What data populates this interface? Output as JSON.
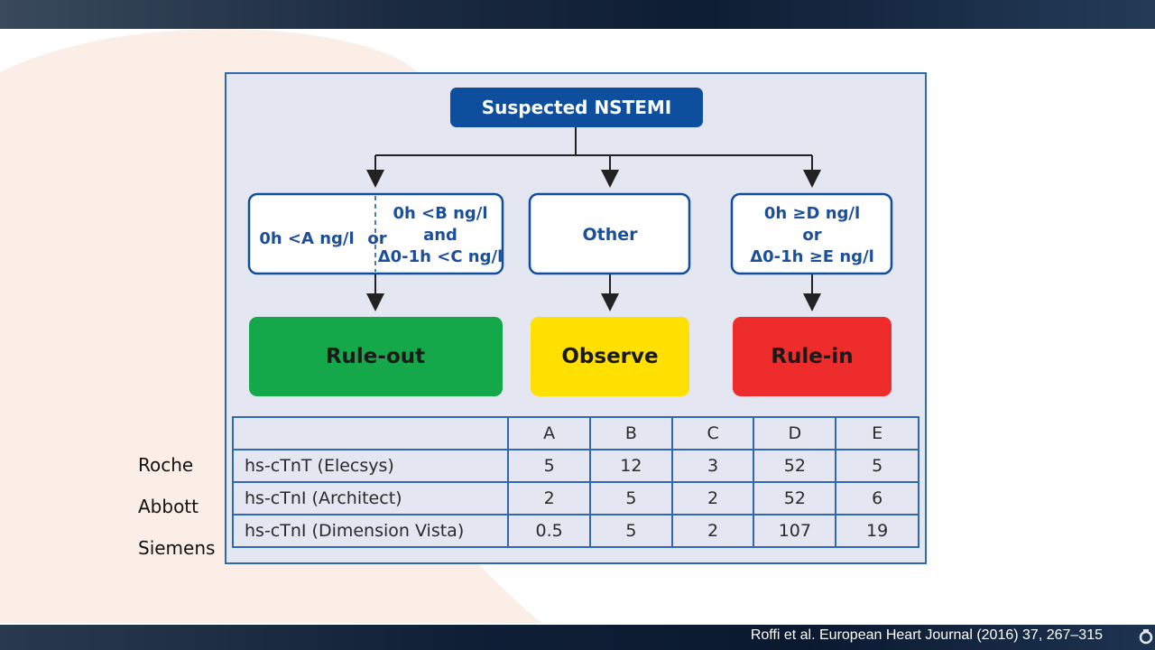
{
  "flowchart": {
    "root": "Suspected NSTEMI",
    "left_condition": {
      "part1": "0h <A ng/l",
      "connector": "or",
      "part2_line1": "0h <B ng/l",
      "part2_line2": "and",
      "part2_line3": "Δ0-1h <C ng/l"
    },
    "middle_condition": "Other",
    "right_condition": {
      "line1": "0h ≥D ng/l",
      "line2": "or",
      "line3": "Δ0-1h ≥E ng/l"
    },
    "outcomes": {
      "rule_out": "Rule-out",
      "observe": "Observe",
      "rule_in": "Rule-in"
    },
    "colors": {
      "dark_blue": "#0e4f9d",
      "rule_out": "#15a84a",
      "observe": "#ffe000",
      "rule_in": "#ee2c2c"
    }
  },
  "table": {
    "headers": [
      "",
      "A",
      "B",
      "C",
      "D",
      "E"
    ],
    "rows": [
      {
        "assay": "hs-cTnT (Elecsys)",
        "values": [
          "5",
          "12",
          "3",
          "52",
          "5"
        ]
      },
      {
        "assay": "hs-cTnI (Architect)",
        "values": [
          "2",
          "5",
          "2",
          "52",
          "6"
        ]
      },
      {
        "assay": "hs-cTnI (Dimension Vista)",
        "values": [
          "0.5",
          "5",
          "2",
          "107",
          "19"
        ]
      }
    ]
  },
  "vendors": [
    "Roche",
    "Abbott",
    "Siemens"
  ],
  "citation": "Roffi et al. European Heart Journal (2016) 37, 267–315"
}
